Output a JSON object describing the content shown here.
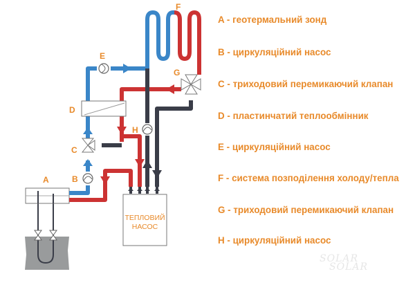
{
  "diagram": {
    "labels": {
      "A": "A",
      "B": "B",
      "C": "C",
      "D": "D",
      "E": "E",
      "F": "F",
      "G": "G",
      "H": "H"
    },
    "heat_pump": {
      "line1": "ТЕПЛОВИЙ",
      "line2": "НАСОС"
    },
    "colors": {
      "cold_pipe": "#3a86c8",
      "hot_pipe": "#cc3333",
      "dark_pipe": "#3a3d48",
      "label": "#e88a2a",
      "ground": "#999b9c"
    }
  },
  "legend": [
    {
      "key": "A",
      "text": "A - геотермальний зонд"
    },
    {
      "key": "B",
      "text": "B - циркуляційний насос"
    },
    {
      "key": "C",
      "text": "C - триходовий перемикаючий клапан"
    },
    {
      "key": "D",
      "text": "D - пластинчатий теплообмінник"
    },
    {
      "key": "E",
      "text": "E - циркуляційний насос"
    },
    {
      "key": "F",
      "text": "F - система позподілення холоду/тепла"
    },
    {
      "key": "G",
      "text": "G - триходовий перемикаючий клапан"
    },
    {
      "key": "H",
      "text": "H - циркуляційний насос"
    }
  ],
  "watermark": {
    "line1": "SOLAR",
    "line2": "SOLAR"
  }
}
